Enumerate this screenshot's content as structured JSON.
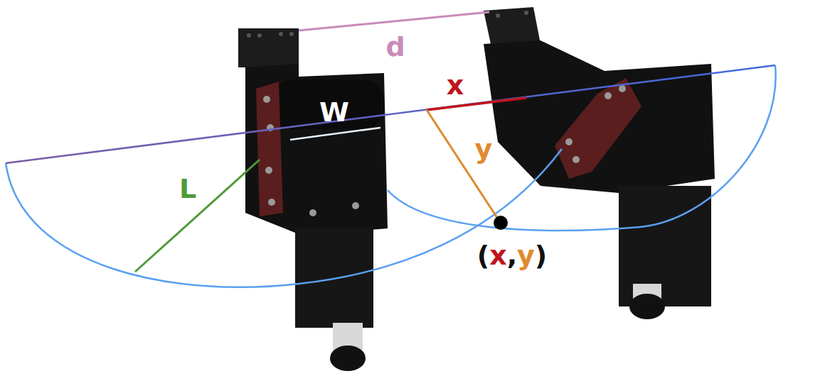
{
  "diagram": {
    "labels": [
      "d",
      "x",
      "W",
      "y",
      "L",
      "(x,y)"
    ]
  }
}
